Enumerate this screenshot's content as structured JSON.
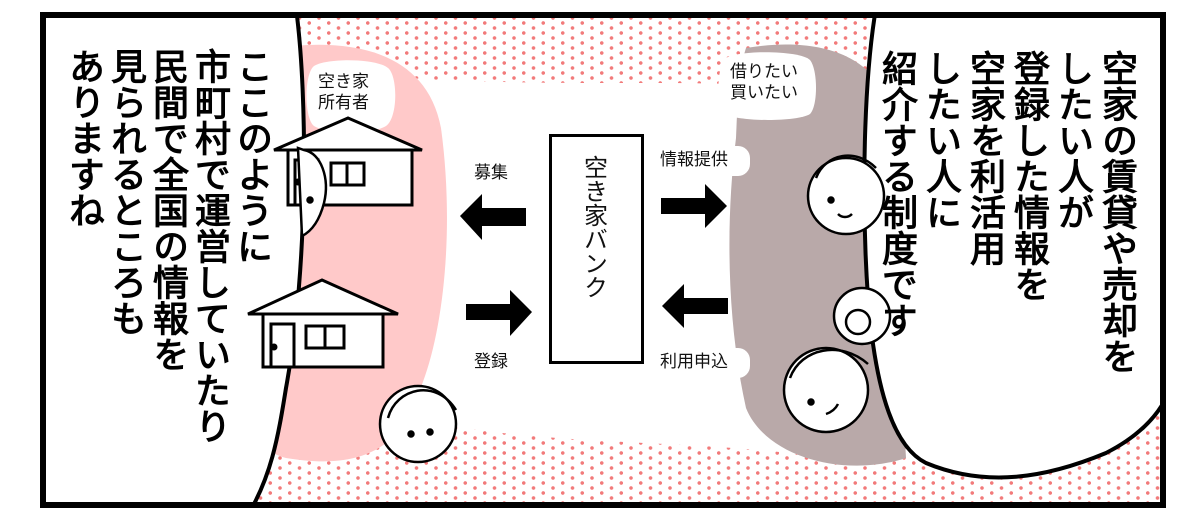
{
  "left_speech": {
    "lines": [
      "ここのように",
      "市町村で運営していたり",
      "民間で全国の情報を",
      "見られるところも",
      "ありますね"
    ]
  },
  "right_speech": {
    "lines": [
      "空家の賃貸や売却を",
      "したい人が",
      "登録した情報を",
      "空家を利活用",
      "したい人に",
      "紹介する制度です"
    ]
  },
  "diagram": {
    "owner_label": "空き家\n所有者",
    "seeker_label": "借りたい\n買いたい",
    "center_box": "空き家バンク",
    "arrows": {
      "recruit": "募集",
      "register": "登録",
      "info_provide": "情報提供",
      "apply": "利用申込"
    }
  },
  "colors": {
    "owner_blob": "#ffc9c9",
    "seeker_blob": "#b9a9a9",
    "dots": "#f27a7a",
    "frame": "#000000"
  }
}
